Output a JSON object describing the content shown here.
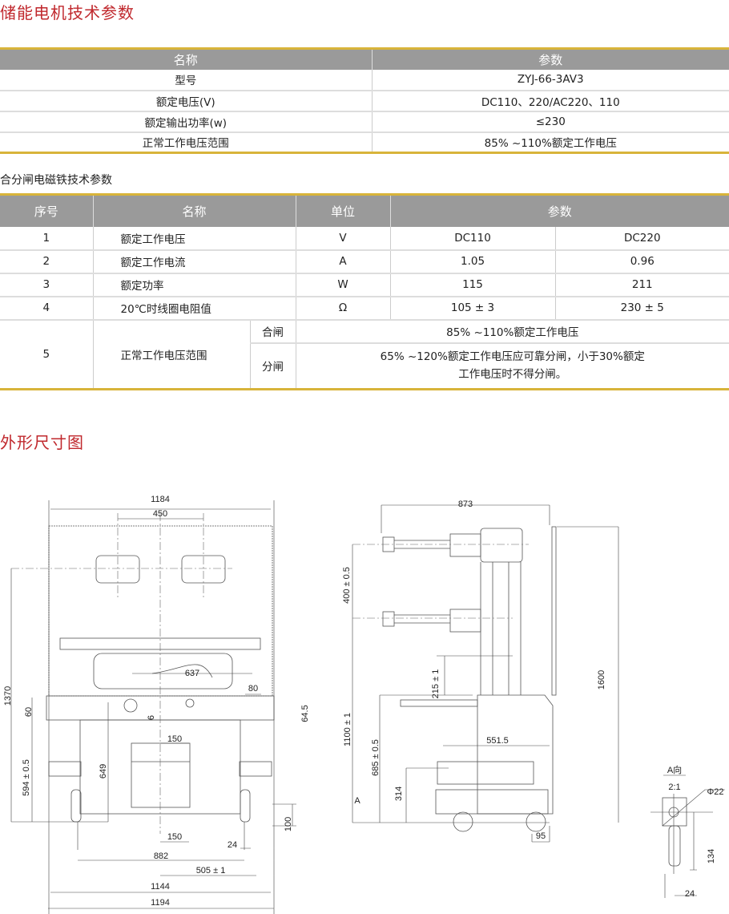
{
  "motor": {
    "title": "储能电机技术参数",
    "headers": [
      "名称",
      "参数"
    ],
    "rows": [
      [
        "型号",
        "ZYJ-66-3AV3"
      ],
      [
        "额定电压(V)",
        "DC110、220/AC220、110"
      ],
      [
        "额定输出功率(w)",
        "≤230"
      ],
      [
        "正常工作电压范围",
        "85% ~110%额定工作电压"
      ]
    ]
  },
  "coil": {
    "title": "合分闸电磁铁技术参数",
    "headers": [
      "序号",
      "名称",
      "单位",
      "参数"
    ],
    "rows": [
      [
        "1",
        "额定工作电压",
        "V",
        "DC110",
        "DC220"
      ],
      [
        "2",
        "额定工作电流",
        "A",
        "1.05",
        "0.96"
      ],
      [
        "3",
        "额定功率",
        "W",
        "115",
        "211"
      ],
      [
        "4",
        "20℃时线圈电阻值",
        "Ω",
        "105 ± 3",
        "230 ± 5"
      ]
    ],
    "row5": {
      "no": "5",
      "name": "正常工作电压范围",
      "close": "合闸",
      "close_value": "85% ~110%额定工作电压",
      "open": "分闸",
      "open_value_1": "65% ~120%额定工作电压应可靠分闸，小于30%额定",
      "open_value_2": "工作电压时不得分闸。"
    }
  },
  "dims": {
    "title": "外形尺寸图",
    "front": {
      "d1184": "1184",
      "d450": "450",
      "d637": "637",
      "d80": "80",
      "d60": "60",
      "d64_5": "64.5",
      "d6": "6",
      "d150a": "150",
      "d649": "649",
      "d594": "594 ± 0.5",
      "d1370": "1370",
      "d100": "100",
      "d150b": "150",
      "d24": "24",
      "d882": "882",
      "d505": "505 ± 1",
      "d1144": "1144",
      "d1194": "1194"
    },
    "side": {
      "d873": "873",
      "d400": "400 ± 0.5",
      "d1600": "1600",
      "d215": "215 ± 1",
      "d1100": "1100 ± 1",
      "d685": "685 ± 0.5",
      "d551": "551.5",
      "d314": "314",
      "a": "A",
      "d95": "95"
    },
    "detail": {
      "view": "A向",
      "scale": "2:1",
      "phi": "Φ22",
      "d134": "134",
      "d24": "24"
    }
  }
}
